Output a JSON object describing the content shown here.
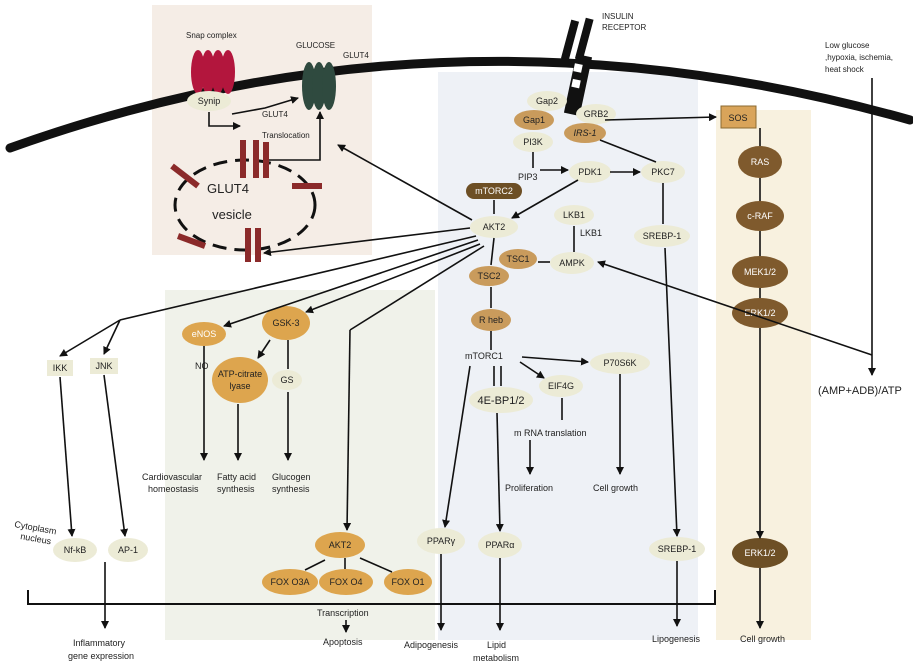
{
  "labels": {
    "insulin_receptor": [
      "INSULIN",
      "RECEPTOR"
    ],
    "low_glucose": [
      "Low glucose",
      ",hypoxia, ischemia,",
      "heat shock"
    ],
    "snap_complex": "Snap complex",
    "synip": "Synip",
    "glucose": "GLUCOSE",
    "glut4_top": "GLUT4",
    "glut4_mid": "GLUT4",
    "translocation": "Translocation",
    "glut4_vesicle_1": "GLUT4",
    "glut4_vesicle_2": "vesicle",
    "gap2": "Gap2",
    "gap1": "Gap1",
    "grb2": "GRB2",
    "irs1": "IRS-1",
    "pi3k": "PI3K",
    "pip3": "PIP3",
    "pdk1": "PDK1",
    "pkc7": "PKC7",
    "mtorc2": "mTORC2",
    "akt2": "AKT2",
    "lkb1_node": "LKB1",
    "lkb1_text": "LKB1",
    "tsc1": "TSC1",
    "tsc2": "TSC2",
    "ampk": "AMPK",
    "srebp1_top": "SREBP-1",
    "rheb": "R heb",
    "mtorc1": "mTORC1",
    "p70s6k": "P70S6K",
    "eif4g": "EIF4G",
    "ebp": "4E-BP1/2",
    "mrna": "m RNA translation",
    "proliferation": "Proliferation",
    "cell_growth_mid": "Cell growth",
    "sos": "SOS",
    "ras": "RAS",
    "craf": "c-RAF",
    "mek": "MEK1/2",
    "erk_top": "ERK1/2",
    "erk_bottom": "ERK1/2",
    "cell_growth_right": "Cell growth",
    "amp_ratio": "(AMP+ADB)/ATP",
    "enos": "eNOS",
    "no": "NO",
    "gsk3": "GSK-3",
    "atp_citrate": [
      "ATP-citrate",
      "lyase"
    ],
    "gs": "GS",
    "cardio": [
      "Cardiovascular",
      "homeostasis"
    ],
    "fatty": [
      "Fatty acid",
      "synthesis"
    ],
    "glycogen": [
      "Glucogen",
      "synthesis"
    ],
    "ikk": "IKK",
    "jnk": "JNK",
    "cyto_nucleus": [
      "Cytoplasm",
      "nucleus"
    ],
    "nfkb": "Nf-kB",
    "ap1": "AP-1",
    "inflammatory": [
      "Inflammatory",
      "gene expression"
    ],
    "akt2_bottom": "AKT2",
    "fox_o3a": "FOX O3A",
    "fox_o4": "FOX O4",
    "fox_o1": "FOX O1",
    "transcription": "Transcription",
    "apoptosis": "Apoptosis",
    "ppar_gamma": "PPARγ",
    "ppar_alpha": "PPARα",
    "adipogenesis": "Adipogenesis",
    "lipid": [
      "Lipid",
      "metabolism"
    ],
    "srebp1_bottom": "SREBP-1",
    "lipogenesis": "Lipogenesis"
  }
}
